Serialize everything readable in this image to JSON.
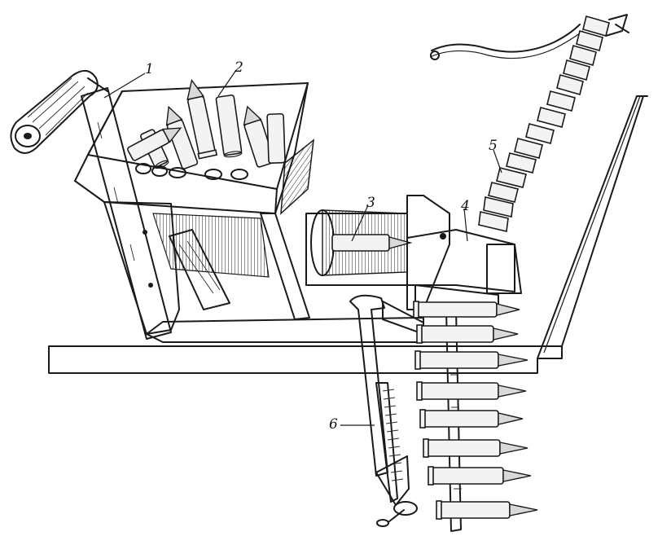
{
  "labels": [
    {
      "id": "1",
      "text": "1"
    },
    {
      "id": "2",
      "text": "2"
    },
    {
      "id": "3",
      "text": "3"
    },
    {
      "id": "4",
      "text": "4"
    },
    {
      "id": "5",
      "text": "5"
    },
    {
      "id": "6",
      "text": "6"
    }
  ]
}
